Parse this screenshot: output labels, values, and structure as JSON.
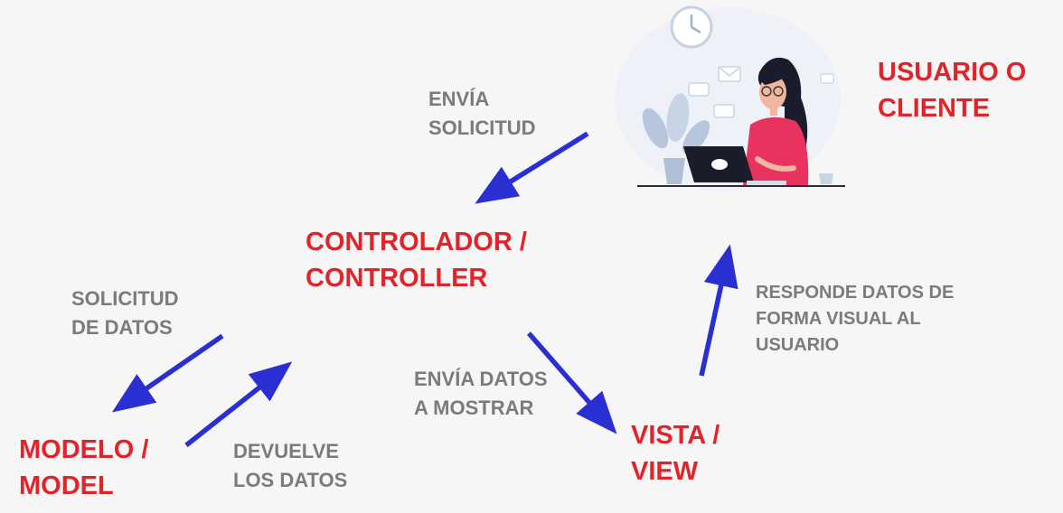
{
  "colors": {
    "component": "#e2232a",
    "note": "#7b7b7b",
    "arrow": "#2a2fd2",
    "background": "#f6f6f6"
  },
  "components": {
    "user": "USUARIO O\nCLIENTE",
    "controller": "CONTROLADOR /\nCONTROLLER",
    "model": "MODELO /\nMODEL",
    "view": "VISTA /\nVIEW"
  },
  "notes": {
    "send_request": "ENVÍA\nSOLICITUD",
    "data_request": "SOLICITUD\nDE DATOS",
    "return_data": "DEVUELVE\nLOS DATOS",
    "send_data_to_show": "ENVÍA DATOS\nA MOSTRAR",
    "respond_visual": "RESPONDE DATOS DE\nFORMA VISUAL AL\nUSUARIO"
  },
  "illustration": "woman-at-laptop-icon"
}
